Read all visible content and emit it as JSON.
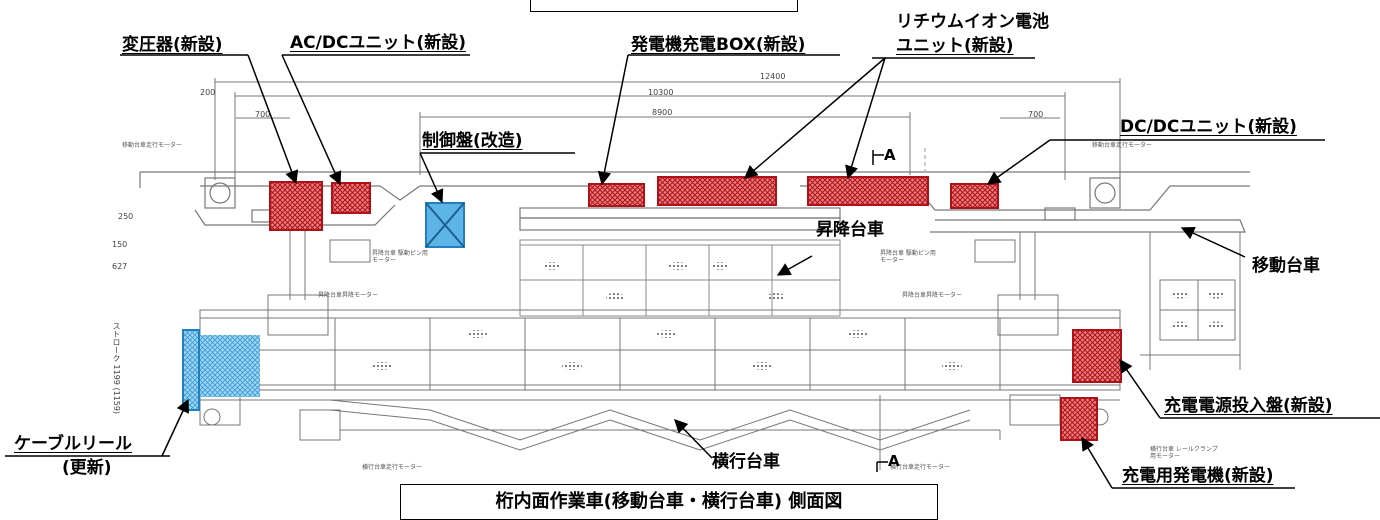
{
  "labels": {
    "transformer": "変圧器(新設)",
    "acdc_unit": "AC/DCユニット(新設)",
    "generator_box": "発電機充電BOX(新設)",
    "battery_line1": "リチウムイオン電池",
    "battery_line2": "ユニット(新設)",
    "dcdc_unit": "DC/DCユニット(新設)",
    "control_panel": "制御盤(改造)",
    "lift_cart": "昇降台車",
    "moving_cart": "移動台車",
    "charging_panel": "充電電源投入盤(新設)",
    "charging_generator": "充電用発電機(新設)",
    "traverse_cart": "横行台車",
    "cable_reel_line1": "ケーブルリール",
    "cable_reel_line2": "(更新)",
    "section_mark": "A"
  },
  "caption": "桁内面作業車(移動台車・横行台車) 側面図",
  "dimensions": {
    "d12400": "12400",
    "d10300": "10300",
    "d8900": "8900",
    "d200": "200",
    "d700_left": "700",
    "d700_right": "700",
    "d250": "250",
    "d150": "150",
    "d627": "627",
    "stroke": "ストローク 1199 (1159)"
  },
  "drawing_notes": {
    "motor_left_top": "移動台車走行モーター",
    "motor_right_top": "移動台車走行モーター",
    "lift_motor_left": "昇降台車 駆動ピン用モーター",
    "lift_motor_right": "昇降台車 駆動ピン用モーター",
    "lift_drive_left": "昇降台車昇降モーター",
    "lift_drive_right": "昇降台車昇降モーター",
    "traverse_motor_left": "横行台車走行モーター",
    "traverse_motor_right": "横行台車走行モーター",
    "rail_clamp": "横行台車 レールクランプ用モーター"
  },
  "colors": {
    "new_equipment": "#c0202a",
    "new_fill": "#e06060",
    "modified_equipment": "#1f7fc0",
    "modified_fill": "#7cc4ec",
    "drawing_line": "#777777"
  }
}
